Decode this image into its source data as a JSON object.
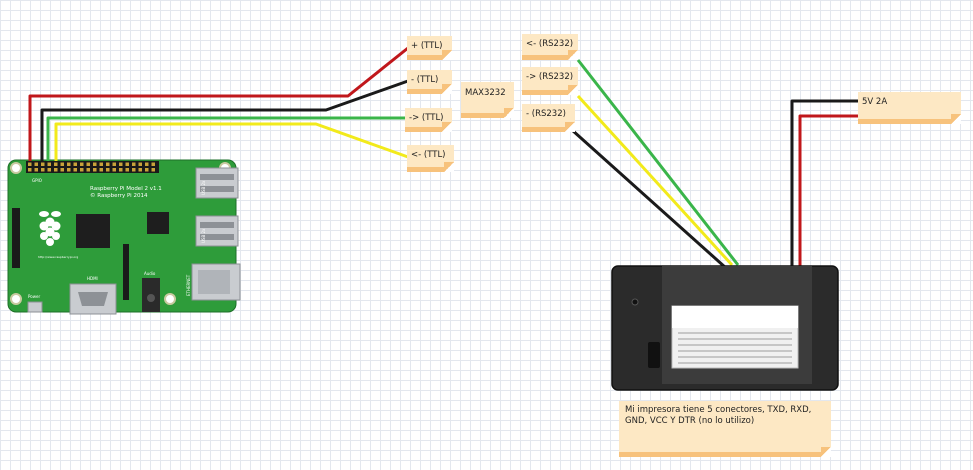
{
  "labels": {
    "plus_ttl": "+ (TTL)",
    "minus_ttl": "- (TTL)",
    "tx_ttl": "-> (TTL)",
    "rx_ttl": "<- (TTL)",
    "max3232": "MAX3232",
    "rx_rs232": "<- (RS232)",
    "tx_rs232": "-> (RS232)",
    "gnd_rs232": "- (RS232)",
    "power": "5V 2A",
    "printer_note": "Mi impresora tiene 5 conectores, TXD, RXD, GND, VCC Y DTR (no lo utilizo)"
  },
  "pi": {
    "model": "Raspberry Pi Model 2 v1.1",
    "copyright": "© Raspberry Pi 2014",
    "gpio": "GPIO",
    "hdmi": "HDMI",
    "audio": "Audio",
    "power": "Power",
    "ethernet": "ETHERNET",
    "usb_top": "USB 2x",
    "usb_bottom": "USB 2x",
    "url": "http://www.raspberrypi.org"
  },
  "colors": {
    "wire_red": "#c0171b",
    "wire_black": "#1a1a1a",
    "wire_green": "#3ab54a",
    "wire_yellow": "#f2ea1b",
    "board": "#2e9c3a",
    "note_fill": "#fde8c4",
    "note_edge": "#f7c27c"
  }
}
